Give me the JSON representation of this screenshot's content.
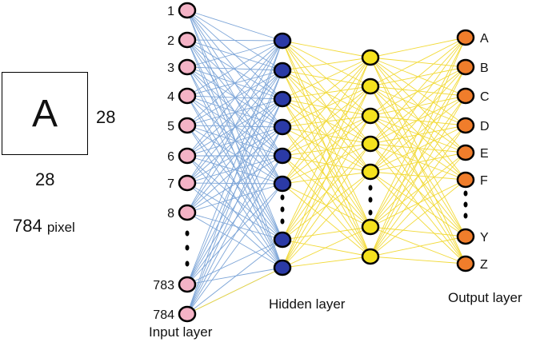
{
  "image": {
    "letter": "A",
    "width_label": "28",
    "height_label": "28",
    "pixel_count": "784",
    "pixel_unit": "pixel"
  },
  "layers": {
    "input": {
      "title": "Input layer",
      "labels": [
        "1",
        "2",
        "3",
        "4",
        "5",
        "6",
        "7",
        "8",
        "783",
        "784"
      ],
      "color": "#f4b3c6"
    },
    "hidden1": {
      "title": "Hidden layer",
      "color": "#2b3aa6"
    },
    "hidden2": {
      "color": "#f5e21e"
    },
    "output": {
      "title": "Output layer",
      "labels": [
        "A",
        "B",
        "C",
        "D",
        "E",
        "F",
        "Y",
        "Z"
      ],
      "color": "#f07d2b"
    }
  },
  "edge_colors": {
    "input_hidden": "#7ea6d8",
    "hidden_out": "#f2da38"
  }
}
